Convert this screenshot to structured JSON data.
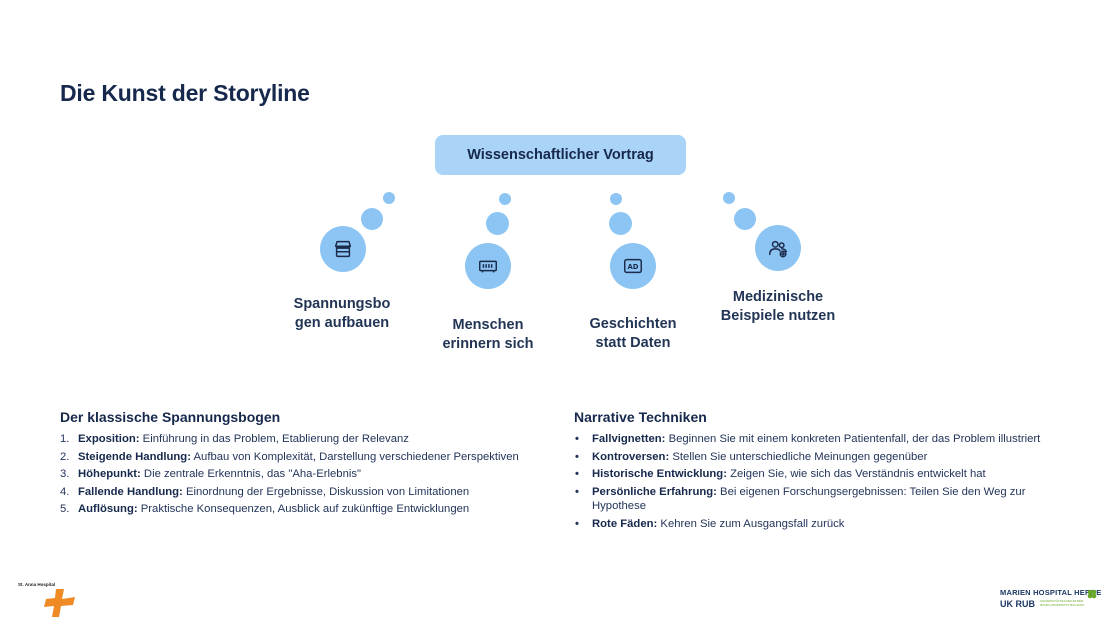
{
  "page": {
    "title": "Die Kunst der Storyline"
  },
  "diagram": {
    "root": "Wissenschaftlicher Vortrag",
    "nodes": [
      {
        "label": "Spannungsbo gen aufbauen",
        "icon": "store-icon"
      },
      {
        "label": "Menschen erinnern sich",
        "icon": "memory-icon"
      },
      {
        "label": "Geschichten statt Daten",
        "icon": "ad-icon"
      },
      {
        "label": "Medizinische Beispiele nutzen",
        "icon": "users-icon"
      }
    ]
  },
  "left_section": {
    "title": "Der klassische Spannungsbogen",
    "items": [
      {
        "num": "1.",
        "term": "Exposition:",
        "text": " Einführung in das Problem, Etablierung der Relevanz"
      },
      {
        "num": "2.",
        "term": "Steigende Handlung:",
        "text": " Aufbau von Komplexität, Darstellung verschiedener Perspektiven"
      },
      {
        "num": "3.",
        "term": "Höhepunkt:",
        "text": " Die zentrale Erkenntnis, das \"Aha-Erlebnis\""
      },
      {
        "num": "4.",
        "term": "Fallende Handlung:",
        "text": " Einordnung der Ergebnisse, Diskussion von Limitationen"
      },
      {
        "num": "5.",
        "term": "Auflösung:",
        "text": " Praktische Konsequenzen, Ausblick auf zukünftige Entwicklungen"
      }
    ]
  },
  "right_section": {
    "title": "Narrative Techniken",
    "items": [
      {
        "term": "Fallvignetten:",
        "text": " Beginnen Sie mit einem konkreten Patientenfall, der das Problem illustriert"
      },
      {
        "term": "Kontroversen:",
        "text": " Stellen Sie unterschiedliche Meinungen gegenüber"
      },
      {
        "term": "Historische Entwicklung:",
        "text": " Zeigen Sie, wie sich das Verständnis entwickelt hat"
      },
      {
        "term": "Persönliche Erfahrung:",
        "text": " Bei eigenen Forschungsergebnissen: Teilen Sie den Weg zur Hypothese"
      },
      {
        "term": "Rote Fäden:",
        "text": " Kehren Sie zum Ausgangsfall zurück"
      }
    ]
  },
  "footer": {
    "left_logo": "St. Anna Hospital",
    "right_logo_line1": "MARIEN HOSPITAL HERNE",
    "right_logo_line2": "UK RUB",
    "right_logo_line3": "UNIVERSITÄTSKLINIKUM DER RUHR-UNIVERSITÄT BOCHUM"
  },
  "colors": {
    "accent": "#8cc5f3",
    "root_box": "#a9d3f7",
    "navy": "#16284c",
    "logo_orange": "#f08a24"
  }
}
